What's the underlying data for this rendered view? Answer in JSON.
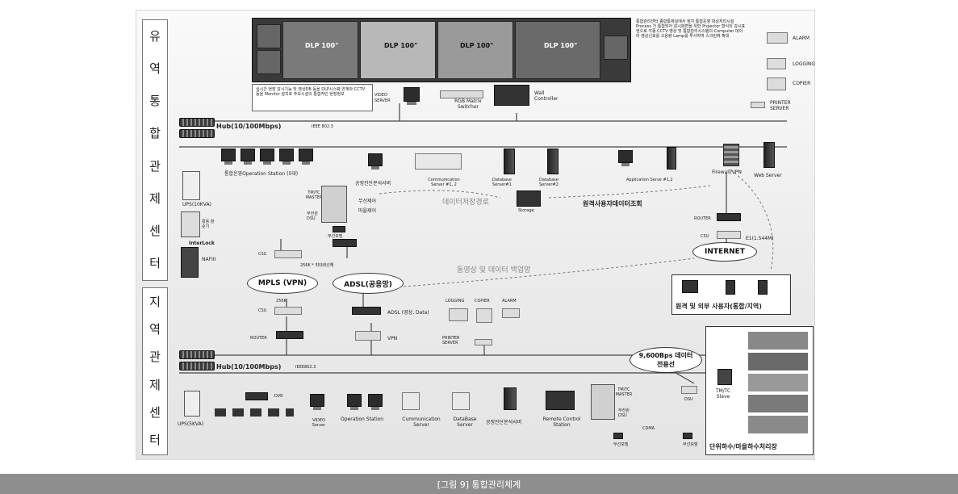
{
  "side_labels": {
    "top": [
      "유",
      "역",
      "통",
      "합",
      "관",
      "제",
      "센",
      "터"
    ],
    "bottom": [
      "지",
      "역",
      "관",
      "제",
      "센",
      "터"
    ]
  },
  "video_wall": {
    "screens": [
      "DLP 100\"",
      "DLP 100\"",
      "DLP 100\"",
      "DLP 100\""
    ],
    "note": "통합관리센터 종합통제실에서 정지 통합운영 대상처리시설 Process 가 통합되어 감시화면을 위한 Projector 형식의 감시표현으로 각종 CCTV 영상 및 통합관리시스템의 Computer 데이터 영상신호를 고용량 Lamp를 투사하여 스크린에 확대"
  },
  "top_note": "실시간 현장 감시기능 및 영상DB 등을 DLP시스템 연계와 CCTV 등을 Monitor 설치로 주요시설의 통합적인 현장정보",
  "top_devices": {
    "video_server": "VIDEO SERVER",
    "rgb_matrix": "RGB Matrix Switcher",
    "wall_controller": "Wall Controller"
  },
  "printers": {
    "alarm": "ALARM",
    "logging": "LOGGING",
    "copier": "COPIER",
    "printer_server": "PRINTER SERVER"
  },
  "upper_network": {
    "hub": "Hub(10/100Mbps)",
    "ieee": "IEEE 802.3",
    "operation_station": "통합운영Operation Station (5대)",
    "gis_server": "공정진단분석서버",
    "comm_server": "Communication Server #1, 2",
    "db_server1": "Database Server#1",
    "db_server2": "Database Server#2",
    "app_server": "Application Serve #1,2",
    "firewall": "Firewall/VPN",
    "web_server": "Web Server",
    "storage": "Storage",
    "data_path": "데이터저장경로",
    "remote_data": "원격사용자데이터조회",
    "router": "ROUTER",
    "csu": "CSU",
    "e1": "E1(1.544M)",
    "internet": "INTERNET",
    "tmtc_master": "TM/TC MASTER",
    "dsu": "무전원 DSU",
    "radio1": "무선제어",
    "radio2": "마을제어",
    "modem": "무선모뎀"
  },
  "left_equipment": {
    "ups_top": "UPS(10KVA)",
    "switch": "활용 항순기",
    "interlock": "InterLock",
    "nafiii": "NAFIII"
  },
  "wan": {
    "csu": "CSU",
    "link_256k": "256K * 최대회선해",
    "mpls": "MPLS (VPN)",
    "adsl": "ADSL(공용망)",
    "backup": "동영상 및 데이터 백업망",
    "csu2": "CSU",
    "k256": "256K",
    "router2": "ROUTER",
    "adsl_label": "ADSL (영상, Data)",
    "vpn": "VPN"
  },
  "remote_users": "원격 및 외부 사용자(통합/지역)",
  "lower_printers": {
    "logging": "LOGGING",
    "copier": "COPIER",
    "alarm": "ALARM",
    "printer_server": "PRINTER SERVER"
  },
  "lower_network": {
    "hub": "Hub(10/100Mbps)",
    "ieee": "IEEE802.3",
    "ups": "UPS(5KVA)",
    "dvr": "DVR",
    "video_server": "VIDEO Server",
    "operation_station": "Operation Station",
    "comm_server": "Cummunication Server",
    "db_server": "DataBase Server",
    "gis_server": "공정진단분석서버",
    "remote_control": "Remote Control Station",
    "dedicated_line": "9,600Bps 데이터전용선",
    "tmtc_master": "TM/TC MASTER",
    "dsu": "무전원 DSU",
    "cdma": "CDMA",
    "modem1": "무선모뎀",
    "modem2": "무선모뎀",
    "dsu2": "DSU",
    "tmtc_slave": "TM/TC Slave",
    "site": "단위하수/마을하수처리장"
  },
  "caption": "[그림 9] 통합관리체계"
}
